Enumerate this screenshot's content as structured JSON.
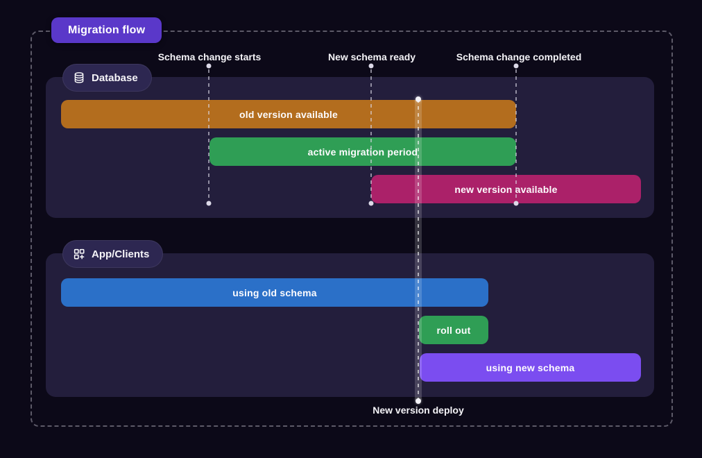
{
  "diagram": {
    "title": "Migration flow"
  },
  "milestones": [
    {
      "label": "Schema change starts"
    },
    {
      "label": "New schema ready"
    },
    {
      "label": "Schema change completed"
    }
  ],
  "deploy_marker": {
    "label": "New version deploy"
  },
  "sections": [
    {
      "label": "Database",
      "icon": "database-icon",
      "bars": [
        {
          "label": "old version available",
          "color": "#b36d1e"
        },
        {
          "label": "active migration period",
          "color": "#2f9e55"
        },
        {
          "label": "new version available",
          "color": "#ab2169"
        }
      ]
    },
    {
      "label": "App/Clients",
      "icon": "apps-icon",
      "bars": [
        {
          "label": "using old schema",
          "color": "#2b70c8"
        },
        {
          "label": "roll out",
          "color": "#2f9e55"
        },
        {
          "label": "using new schema",
          "color": "#7b4df0"
        }
      ]
    }
  ],
  "colors": {
    "background": "#0c0918",
    "panel": "#231e3c",
    "title_badge": "#5a38c9",
    "section_badge": "#2d2751",
    "bar_old_version": "#b36d1e",
    "bar_active_migration": "#2f9e55",
    "bar_new_version": "#ab2169",
    "bar_using_old_schema": "#2b70c8",
    "bar_roll_out": "#2f9e55",
    "bar_using_new_schema": "#7b4df0",
    "dashed_lines": "#a09daC",
    "text": "#f4f3f7"
  }
}
